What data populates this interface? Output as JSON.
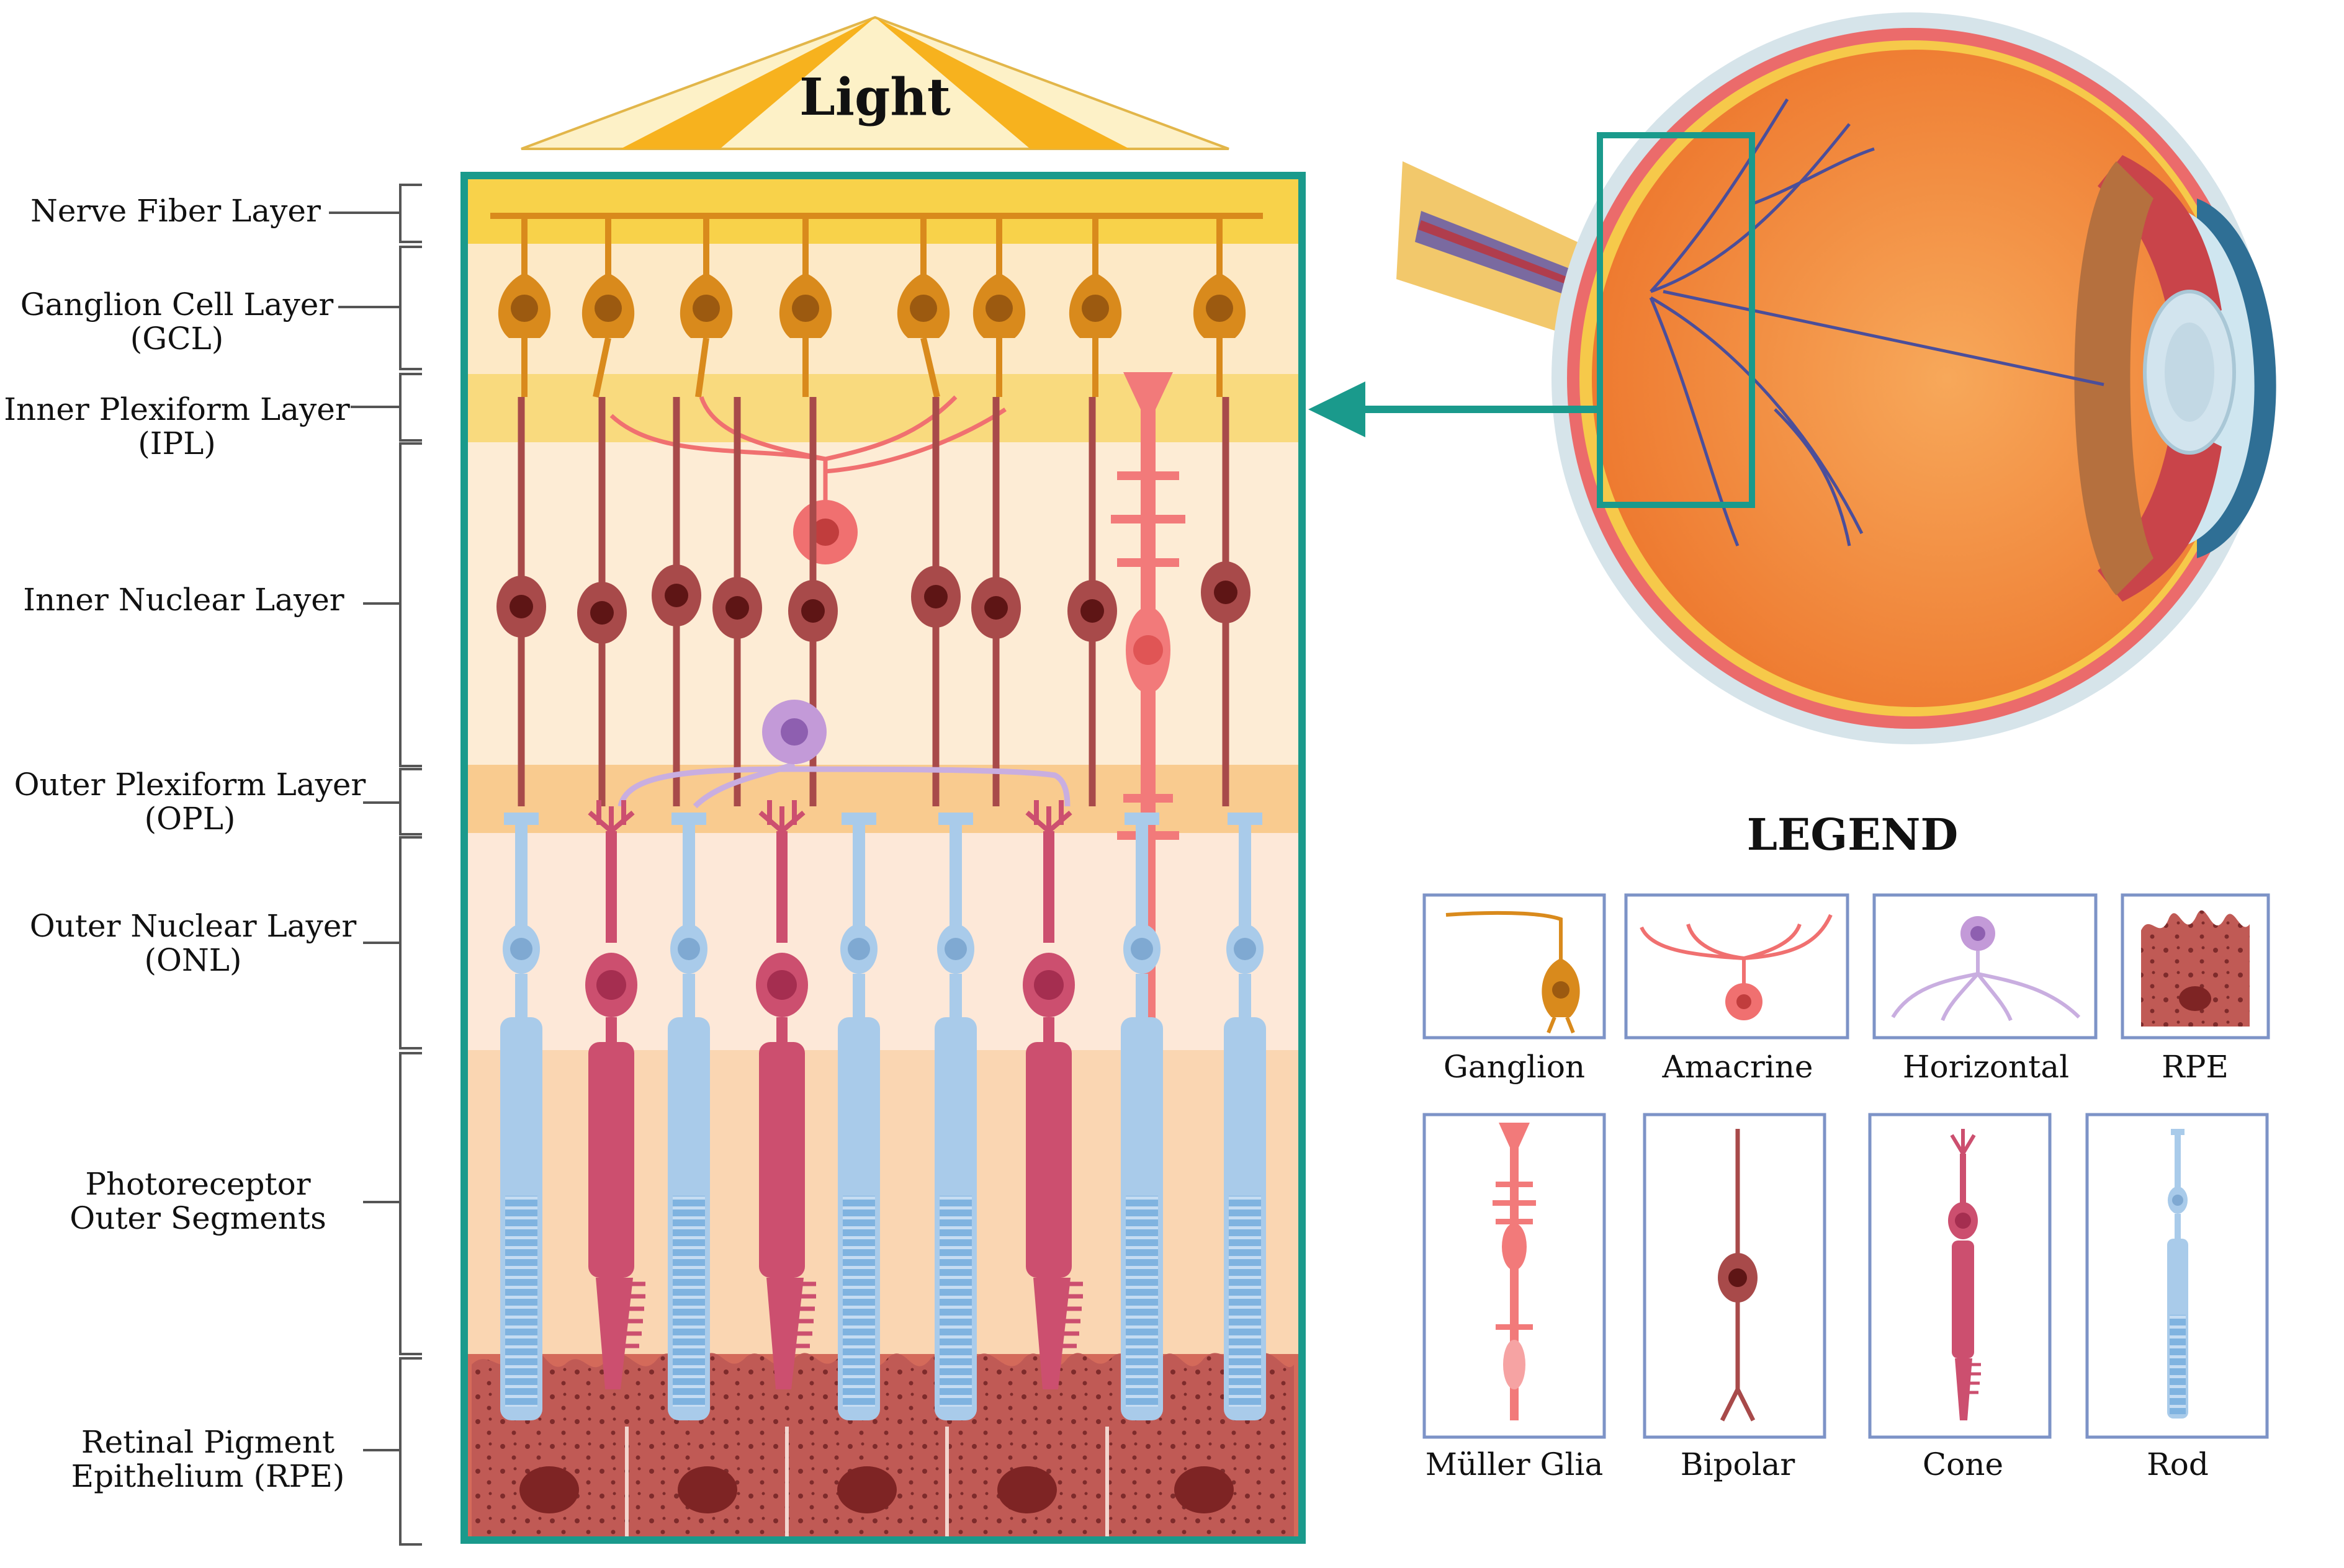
{
  "light_label": "Light",
  "layers": [
    {
      "id": "nfl",
      "label_lines": [
        "Nerve Fiber Layer"
      ]
    },
    {
      "id": "gcl",
      "label_lines": [
        "Ganglion Cell Layer",
        "(GCL)"
      ]
    },
    {
      "id": "ipl",
      "label_lines": [
        "Inner Plexiform Layer",
        "(IPL)"
      ]
    },
    {
      "id": "inl",
      "label_lines": [
        "Inner Nuclear Layer"
      ]
    },
    {
      "id": "opl",
      "label_lines": [
        "Outer Plexiform Layer",
        "(OPL)"
      ]
    },
    {
      "id": "onl",
      "label_lines": [
        "Outer Nuclear Layer",
        "(ONL)"
      ]
    },
    {
      "id": "pos",
      "label_lines": [
        "Photoreceptor",
        "Outer Segments"
      ]
    },
    {
      "id": "rpe",
      "label_lines": [
        "Retinal Pigment",
        "Epithelium (RPE)"
      ]
    }
  ],
  "legend": {
    "title": "LEGEND",
    "items": [
      {
        "name": "Ganglion",
        "icon": "ganglion-cell-icon"
      },
      {
        "name": "Amacrine",
        "icon": "amacrine-cell-icon"
      },
      {
        "name": "Horizontal",
        "icon": "horizontal-cell-icon"
      },
      {
        "name": "RPE",
        "icon": "rpe-cell-icon"
      },
      {
        "name": "Müller Glia",
        "icon": "muller-glia-icon"
      },
      {
        "name": "Bipolar",
        "icon": "bipolar-cell-icon"
      },
      {
        "name": "Cone",
        "icon": "cone-cell-icon"
      },
      {
        "name": "Rod",
        "icon": "rod-cell-icon"
      }
    ]
  },
  "colors": {
    "frame": "#1a9a8c",
    "ganglion": "#d98a1c",
    "bipolar": "#a84a4a",
    "amacrine": "#f07070",
    "horizontal": "#b78fce",
    "rod": "#a9cbea",
    "cone": "#cc4f6f",
    "rpe": "#a8423f",
    "eye": "#f08a3c"
  }
}
